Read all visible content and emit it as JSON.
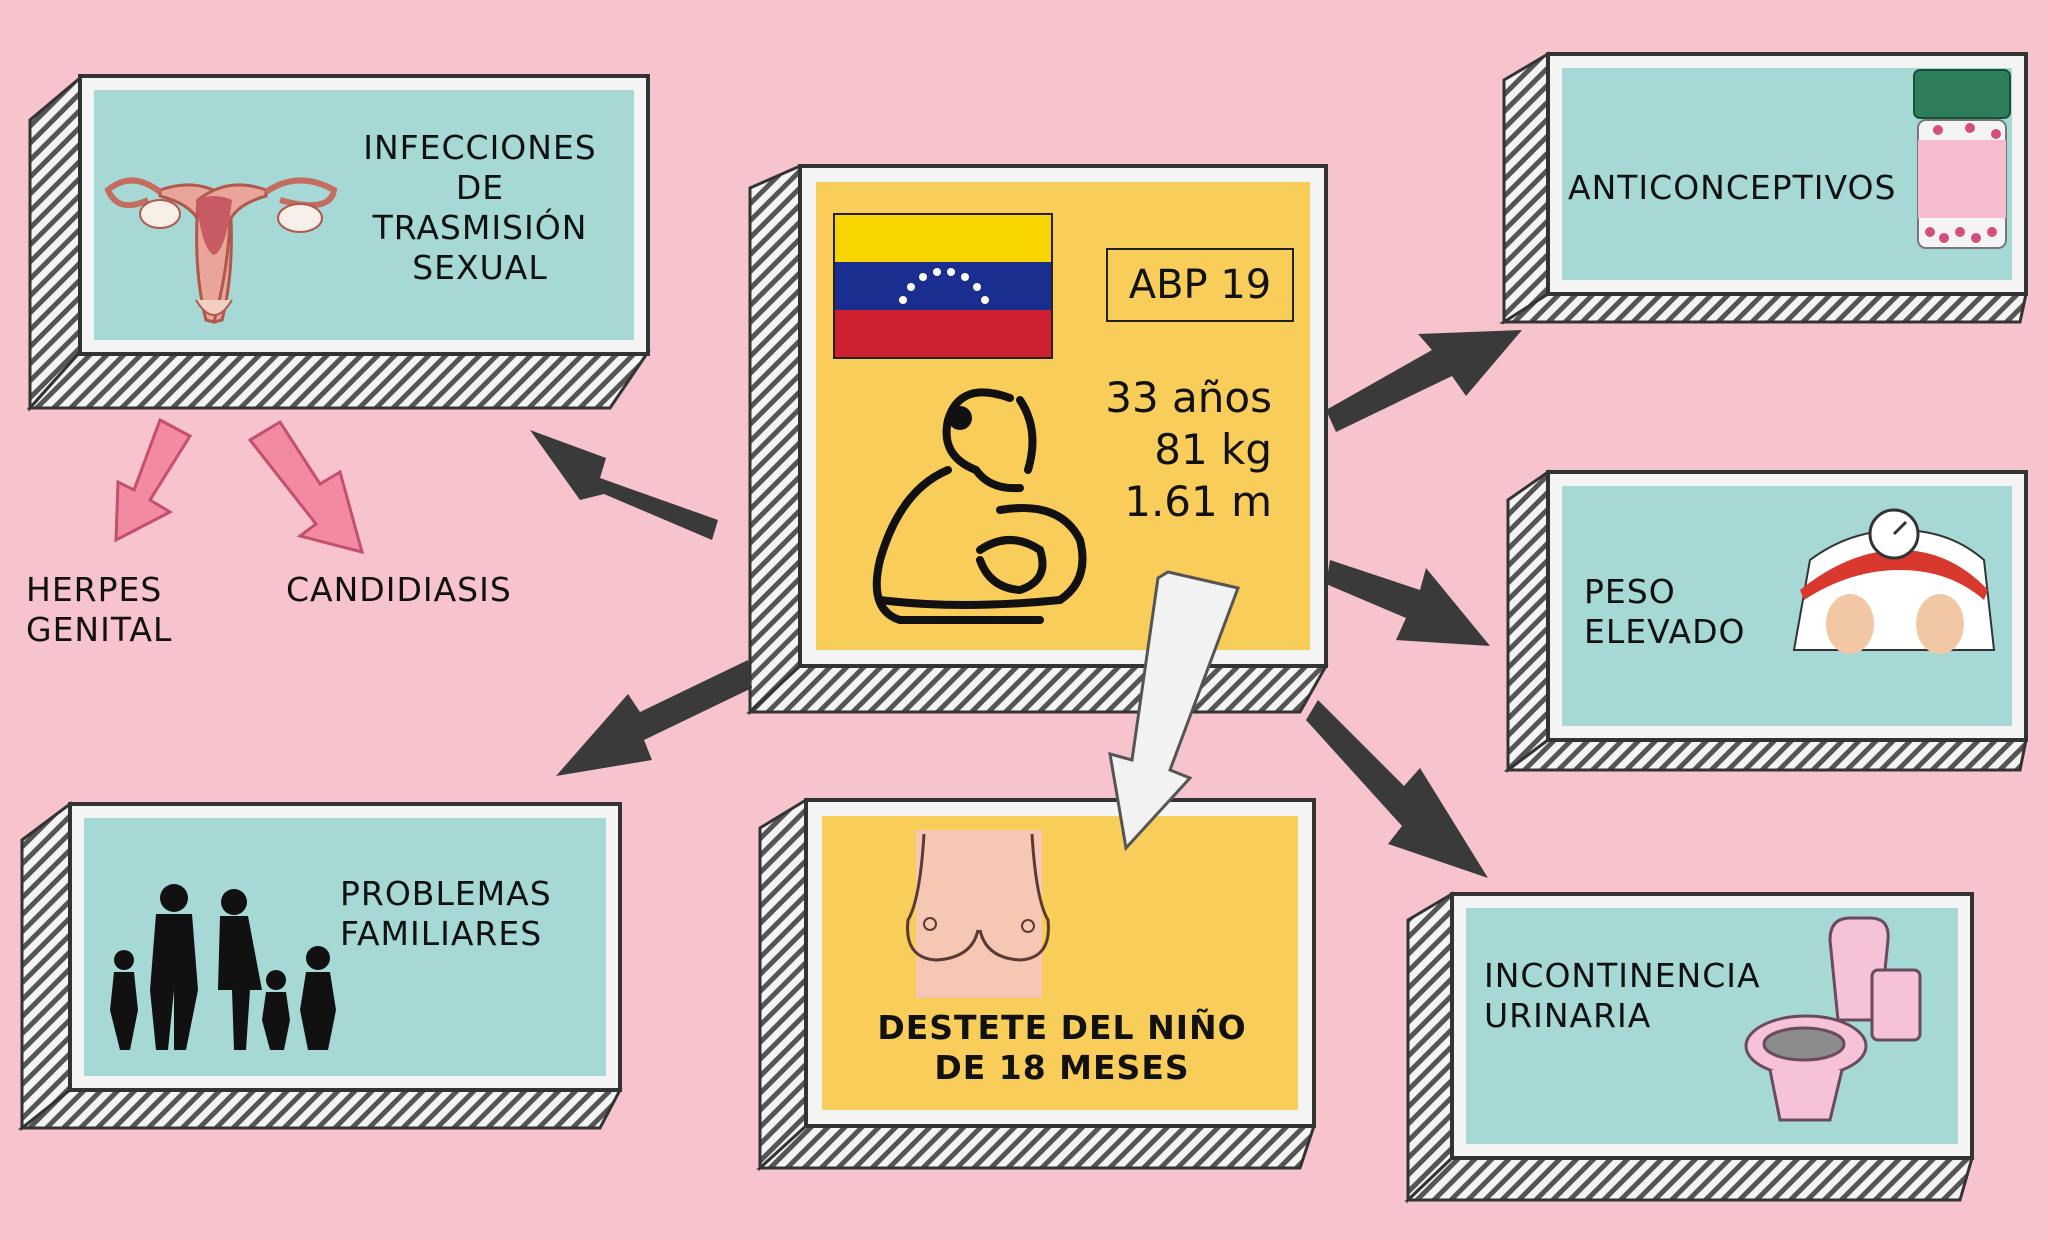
{
  "center": {
    "case_tag": "ABP 19",
    "stats": "33 años\n81 kg\n1.61 m"
  },
  "boxes": {
    "sti": "INFECCIONES\nDE\nTRASMISIÓN\nSEXUAL",
    "herpes": "HERPES\nGENITAL",
    "candidiasis": "CANDIDIASIS",
    "family": "PROBLEMAS\nFAMILIARES",
    "weaning": "DESTETE DEL NIÑO\nDE 18 MESES",
    "contraceptives": "ANTICONCEPTIVOS",
    "weight": "PESO\nELEVADO",
    "incontinence": "INCONTINENCIA\nURINARIA"
  },
  "colors": {
    "background": "#f7c4cd",
    "box_teal": "#a6d9d6",
    "box_yellow": "#f8cd5a",
    "arrow_dark": "#3a3a3a",
    "arrow_pink": "#f28aa2",
    "flag_yellow": "#f8d400",
    "flag_blue": "#1a2e8f",
    "flag_red": "#cf2030"
  },
  "icons": [
    "uterus-icon",
    "venezuela-flag-icon",
    "breastfeeding-mother-icon",
    "pill-bottle-icon",
    "scale-icon",
    "family-silhouette-icon",
    "breast-icon",
    "toilet-icon"
  ]
}
